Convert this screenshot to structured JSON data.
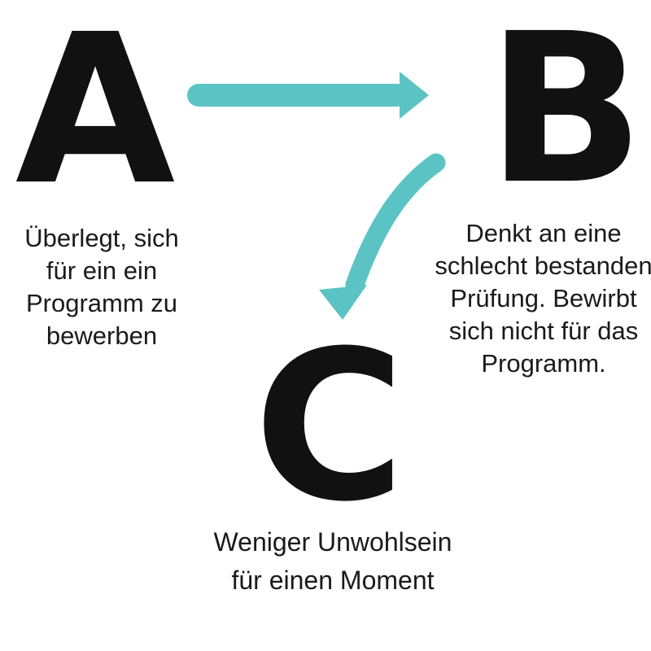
{
  "accent_color": "#5cc3c4",
  "text_color": "#1a1a1a",
  "letter_color": "#111111",
  "background_color": "#ffffff",
  "diagram": {
    "type": "flow",
    "nodes": [
      {
        "id": "A",
        "label": "A",
        "caption": "Überlegt, sich\nfür ein ein\nProgramm zu\nbewerben"
      },
      {
        "id": "B",
        "label": "B",
        "caption": "Denkt an eine\nschlecht bestanden\nPrüfung. Bewirbt\nsich nicht für das\nProgramm."
      },
      {
        "id": "C",
        "label": "C",
        "caption": "Weniger Unwohlsein\nfür einen Moment"
      }
    ],
    "edges": [
      {
        "from": "A",
        "to": "B",
        "shape": "straight-horizontal-arrow"
      },
      {
        "from": "B",
        "to": "C",
        "shape": "curved-down-left-arrow"
      }
    ]
  }
}
